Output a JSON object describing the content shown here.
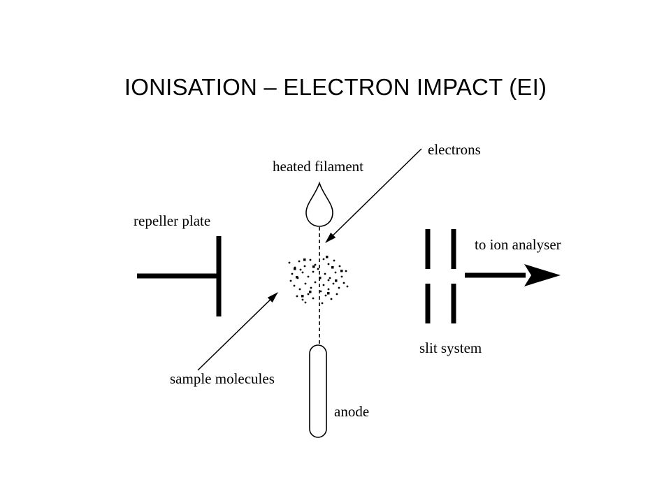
{
  "title": "IONISATION – ELECTRON IMPACT (EI)",
  "labels": {
    "electrons": "electrons",
    "heated_filament": "heated filament",
    "repeller_plate": "repeller plate",
    "to_ion_analyser": "to ion analyser",
    "slit_system": "slit system",
    "sample_molecules": "sample molecules",
    "anode": "anode"
  }
}
